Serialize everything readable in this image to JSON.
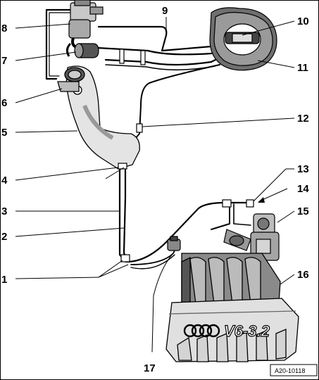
{
  "callouts": [
    {
      "label": "1"
    },
    {
      "label": "2"
    },
    {
      "label": "3"
    },
    {
      "label": "4"
    },
    {
      "label": "5"
    },
    {
      "label": "6"
    },
    {
      "label": "7"
    },
    {
      "label": "8"
    },
    {
      "label": "9"
    },
    {
      "label": "10"
    },
    {
      "label": "11"
    },
    {
      "label": "12"
    },
    {
      "label": "13"
    },
    {
      "label": "14"
    },
    {
      "label": "15"
    },
    {
      "label": "16"
    },
    {
      "label": "17"
    }
  ],
  "engine_cover": {
    "brand_text": "V6-3.2"
  },
  "figure_ref": "A20-10118",
  "colors": {
    "ink": "#000000",
    "paper": "#ffffff",
    "shade": "#777777",
    "light": "#d8d8d8"
  }
}
